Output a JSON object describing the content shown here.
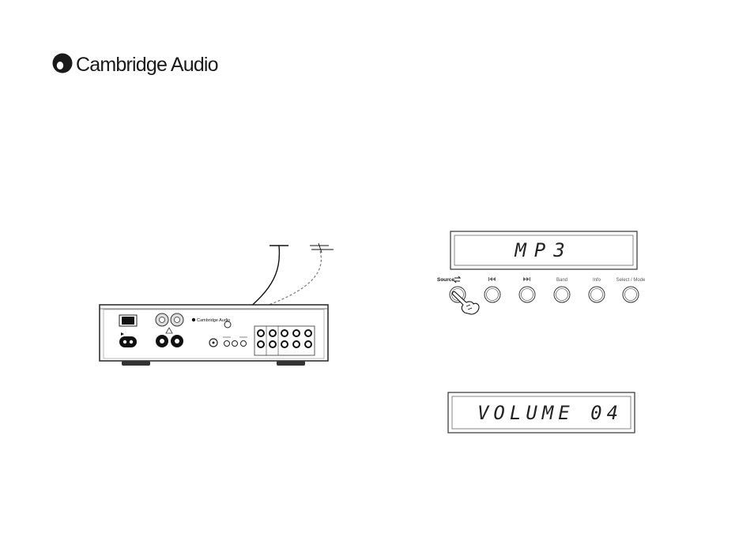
{
  "brand": {
    "name": "Cambridge Audio",
    "rear_panel_logo": "Cambridge Audio"
  },
  "front_panel": {
    "display_top": "MP3",
    "buttons": [
      {
        "label": "Source",
        "icon": "cycle-arrows-icon"
      },
      {
        "label": "",
        "icon": "skip-back-icon"
      },
      {
        "label": "",
        "icon": "skip-forward-icon"
      },
      {
        "label": "Band"
      },
      {
        "label": "Info"
      },
      {
        "label": "Select / Mode"
      }
    ]
  },
  "display_bottom": "VOLUME 04",
  "colors": {
    "ink": "#1a1a1a",
    "panel_line": "#333333"
  }
}
